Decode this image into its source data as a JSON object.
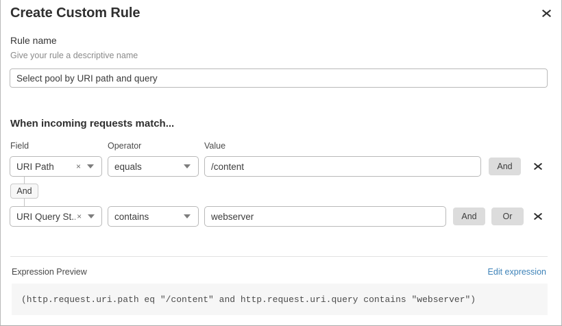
{
  "dialog": {
    "title": "Create Custom Rule",
    "close_icon": "close-icon"
  },
  "rule_name": {
    "label": "Rule name",
    "help": "Give your rule a descriptive name",
    "value": "Select pool by URI path and query",
    "placeholder": ""
  },
  "conditions_section": {
    "heading": "When incoming requests match...",
    "columns": {
      "field": "Field",
      "operator": "Operator",
      "value": "Value"
    },
    "connector": {
      "label": "And"
    },
    "rows": [
      {
        "field": "URI Path",
        "field_clear": "×",
        "operator": "equals",
        "value": "/content",
        "value_placeholder": "",
        "buttons": [
          "And"
        ],
        "delete_icon": "close-icon"
      },
      {
        "field": "URI Query St...",
        "field_clear": "×",
        "operator": "contains",
        "value": "webserver",
        "value_placeholder": "",
        "buttons": [
          "And",
          "Or"
        ],
        "delete_icon": "close-icon"
      }
    ]
  },
  "expression_preview": {
    "label": "Expression Preview",
    "edit_link": "Edit expression",
    "expression": "(http.request.uri.path eq \"/content\" and http.request.uri.query contains \"webserver\")"
  },
  "colors": {
    "link": "#3d82b8",
    "pill_bg": "#dcdcdc",
    "expr_bg": "#f6f6f6",
    "border": "#b9b9b9"
  }
}
